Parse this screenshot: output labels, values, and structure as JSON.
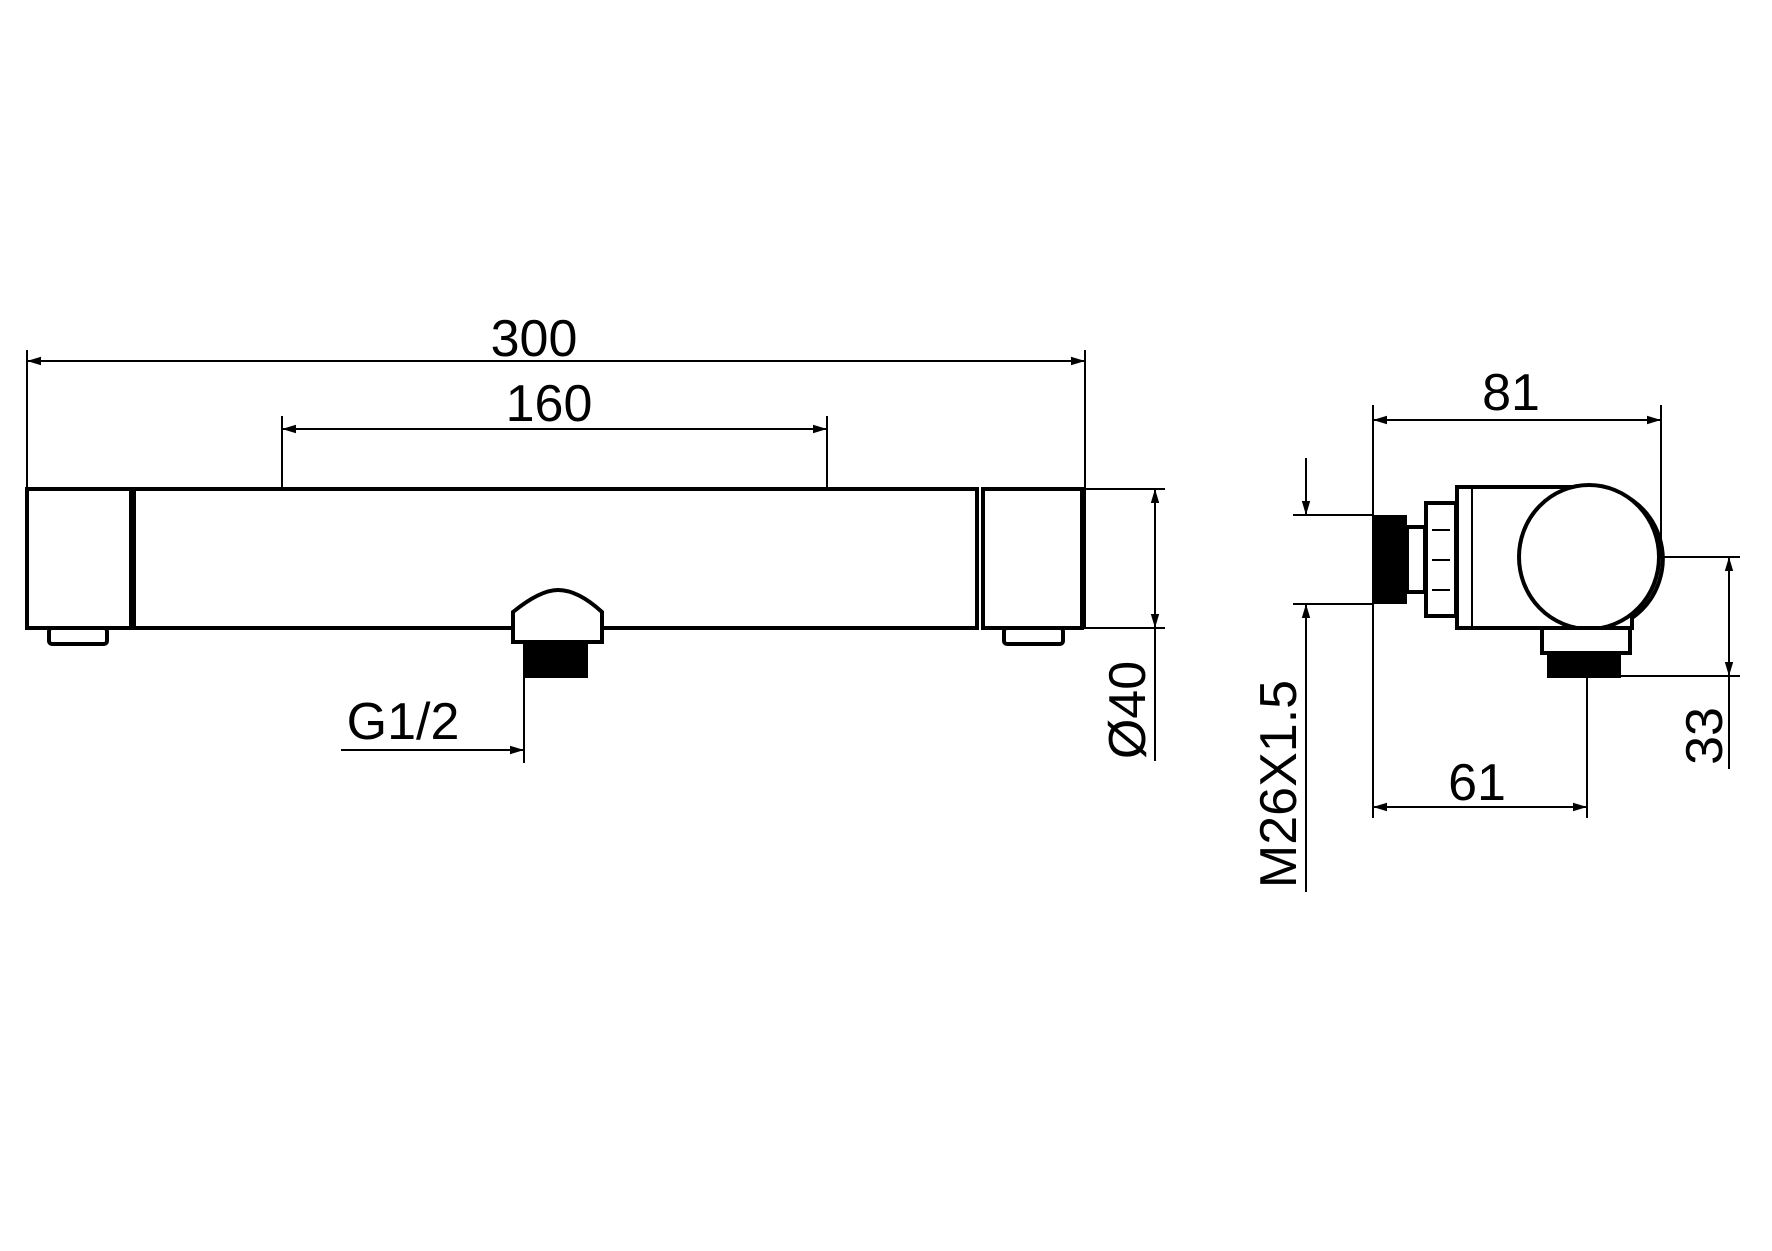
{
  "drawing": {
    "front_view": {
      "overall_length": "300",
      "connection_spacing": "160",
      "outlet_thread": "G1/2",
      "body_diameter": "Ø40"
    },
    "side_view": {
      "depth": "81",
      "inlet_thread": "M26X1.5",
      "outlet_offset": "61",
      "outlet_height": "33"
    },
    "colors": {
      "line": "#000000",
      "background": "#ffffff"
    }
  }
}
